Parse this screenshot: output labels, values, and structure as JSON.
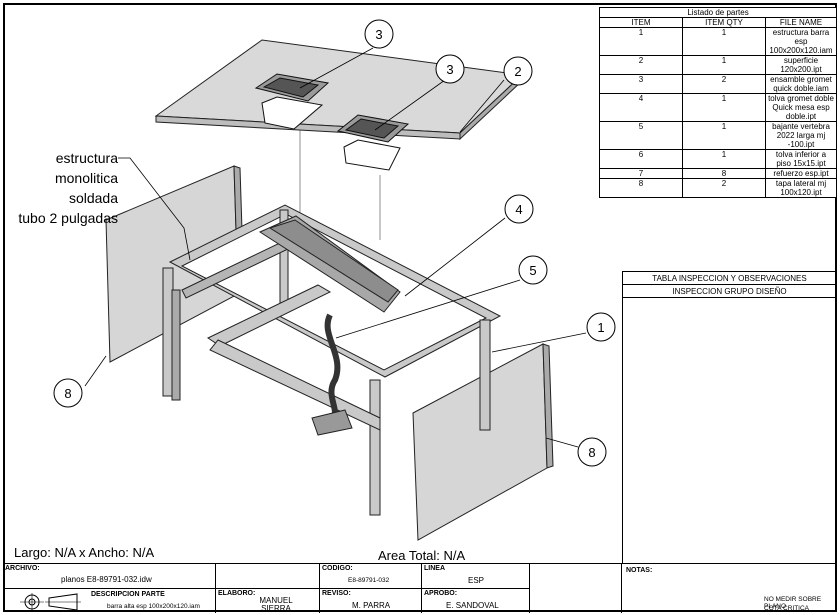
{
  "parts_list": {
    "title": "Listado de partes",
    "headers": [
      "ITEM",
      "ITEM QTY",
      "FILE NAME"
    ],
    "rows": [
      {
        "item": "1",
        "qty": "1",
        "file": "estructura barra esp 100x200x120.iam"
      },
      {
        "item": "2",
        "qty": "1",
        "file": "superficie 120x200.ipt"
      },
      {
        "item": "3",
        "qty": "2",
        "file": "ensamble gromet quick doble.iam"
      },
      {
        "item": "4",
        "qty": "1",
        "file": "tolva gromet doble Quick mesa esp doble.ipt"
      },
      {
        "item": "5",
        "qty": "1",
        "file": "bajante vertebra 2022 larga mj -100.ipt"
      },
      {
        "item": "6",
        "qty": "1",
        "file": "tolva inferior a piso 15x15.ipt"
      },
      {
        "item": "7",
        "qty": "8",
        "file": "refuerzo esp.ipt"
      },
      {
        "item": "8",
        "qty": "2",
        "file": "tapa lateral mj 100x120.ipt"
      }
    ]
  },
  "inspection": {
    "title": "TABLA INSPECCION Y OBSERVACIONES",
    "subtitle": "INSPECCION GRUPO DISEÑO"
  },
  "annotation": {
    "lines": [
      "estructura",
      "monolitica",
      "soldada",
      "tubo 2 pulgadas"
    ]
  },
  "balloons": [
    "3",
    "3",
    "2",
    "4",
    "5",
    "1",
    "8",
    "8"
  ],
  "dimensions": "Largo: N/A x Ancho: N/A",
  "area": "Area Total: N/A",
  "title_block": {
    "archivo_label": "ARCHIVO:",
    "archivo_value": "planos E8-89791-032.idw",
    "codigo_label": "CODIGO:",
    "codigo_value": "E8-89791-032",
    "linea_label": "LINEA",
    "linea_value": "ESP",
    "descripcion_label": "DESCRIPCION PARTE",
    "descripcion_value": "barra alta esp 100x200x120.iam",
    "elaboro_label": "ELABORO:",
    "elaboro_value": "MANUEL SIERRA",
    "reviso_label": "REVISO:",
    "reviso_value": "M. PARRA",
    "aprobo_label": "APROBO:",
    "aprobo_value": "E. SANDOVAL",
    "notas_label": "NOTAS:",
    "nota_1": "NO MEDIR SOBRE PLANO",
    "nota_2": "COTA CRITICA"
  }
}
